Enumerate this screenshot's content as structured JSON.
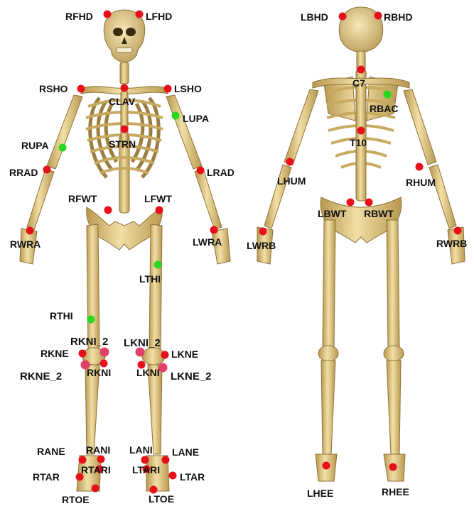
{
  "colors": {
    "background": "#ffffff",
    "bone": "#e3cc8f",
    "bone_dark": "#a8894a",
    "bone_shadow": "#c4a862",
    "marker_red": "#e8101a",
    "marker_green": "#27d81e",
    "marker_pink": "#e0406a",
    "label": "#111111"
  },
  "front_view": {
    "markers": [
      {
        "id": "RFHD",
        "type": "red"
      },
      {
        "id": "LFHD",
        "type": "red"
      },
      {
        "id": "RSHO",
        "type": "red"
      },
      {
        "id": "CLAV",
        "type": "red"
      },
      {
        "id": "LSHO",
        "type": "red"
      },
      {
        "id": "LUPA",
        "type": "green"
      },
      {
        "id": "STRN",
        "type": "red"
      },
      {
        "id": "RUPA",
        "type": "green"
      },
      {
        "id": "RRAD",
        "type": "red"
      },
      {
        "id": "LRAD",
        "type": "red"
      },
      {
        "id": "RFWT",
        "type": "red"
      },
      {
        "id": "LFWT",
        "type": "red"
      },
      {
        "id": "RWRA",
        "type": "red"
      },
      {
        "id": "LWRA",
        "type": "red"
      },
      {
        "id": "LTHI",
        "type": "green"
      },
      {
        "id": "RTHI",
        "type": "green"
      },
      {
        "id": "RKNI_2",
        "type": "pink"
      },
      {
        "id": "LKNI_2",
        "type": "pink"
      },
      {
        "id": "RKNE",
        "type": "red"
      },
      {
        "id": "LKNE",
        "type": "red"
      },
      {
        "id": "RKNE_2",
        "type": "pink"
      },
      {
        "id": "RKNI",
        "type": "red"
      },
      {
        "id": "LKNI",
        "type": "red"
      },
      {
        "id": "LKNE_2",
        "type": "pink"
      },
      {
        "id": "RANE",
        "type": "red"
      },
      {
        "id": "RANI",
        "type": "red"
      },
      {
        "id": "LANI",
        "type": "red"
      },
      {
        "id": "LANE",
        "type": "red"
      },
      {
        "id": "RTARI",
        "type": "red"
      },
      {
        "id": "LTARI",
        "type": "red"
      },
      {
        "id": "RTAR",
        "type": "red"
      },
      {
        "id": "LTAR",
        "type": "red"
      },
      {
        "id": "RTOE",
        "type": "red"
      },
      {
        "id": "LTOE",
        "type": "red"
      }
    ]
  },
  "back_view": {
    "markers": [
      {
        "id": "LBHD",
        "type": "red"
      },
      {
        "id": "RBHD",
        "type": "red"
      },
      {
        "id": "C7",
        "type": "red"
      },
      {
        "id": "RBAC",
        "type": "green"
      },
      {
        "id": "T10",
        "type": "red"
      },
      {
        "id": "LHUM",
        "type": "red"
      },
      {
        "id": "RHUM",
        "type": "red"
      },
      {
        "id": "LBWT",
        "type": "red"
      },
      {
        "id": "RBWT",
        "type": "red"
      },
      {
        "id": "LWRB",
        "type": "red"
      },
      {
        "id": "RWRB",
        "type": "red"
      },
      {
        "id": "LHEE",
        "type": "red"
      },
      {
        "id": "RHEE",
        "type": "red"
      }
    ]
  }
}
